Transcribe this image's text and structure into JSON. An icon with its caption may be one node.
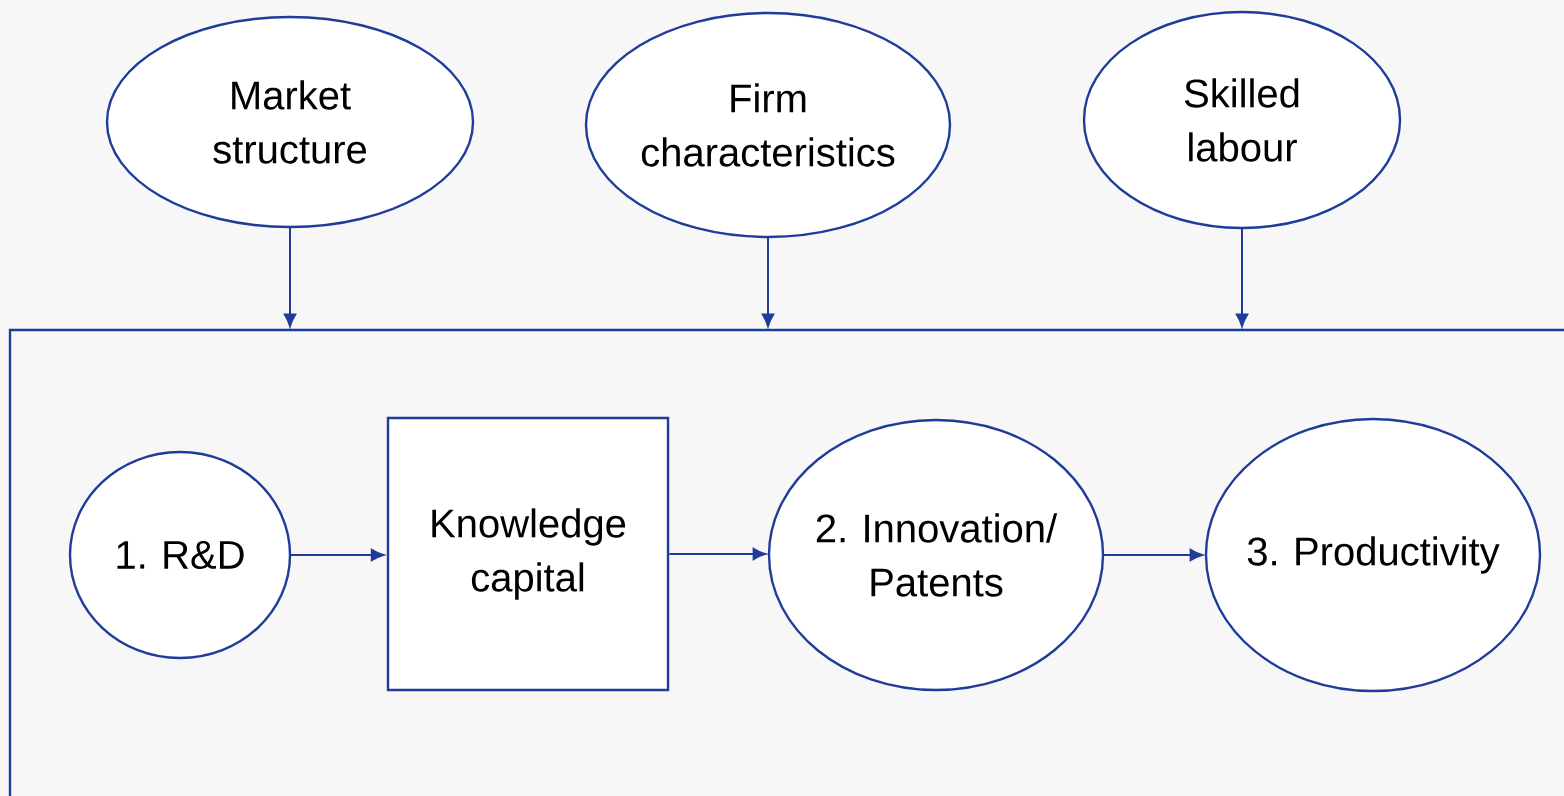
{
  "diagram": {
    "nodes": [
      {
        "text": [
          "Market structure"
        ]
      },
      {
        "text": [
          "Firm characteristics"
        ]
      },
      {
        "text": [
          "Skilled labour"
        ]
      },
      {
        "text": [],
        "shape": "box"
      },
      {
        "text": [
          "1. R&D"
        ],
        "in": 3
      },
      {
        "text": [
          "Knowledge capital"
        ],
        "in": 3
      },
      {
        "text": [
          "2. Innovation/ Patents"
        ],
        "in": 3
      },
      {
        "text": [
          "3. Productivity"
        ],
        "in": 3
      }
    ],
    "edges": [
      {
        "from": 0,
        "to": 3,
        "arrow": "to"
      },
      {
        "from": 1,
        "to": 3,
        "arrow": "to"
      },
      {
        "from": 2,
        "to": 3,
        "arrow": "to"
      },
      {
        "from": 4,
        "to": 5,
        "arrow": "to"
      },
      {
        "from": 5,
        "to": 6,
        "arrow": "to"
      },
      {
        "from": 6,
        "to": 7,
        "arrow": "to"
      }
    ]
  }
}
